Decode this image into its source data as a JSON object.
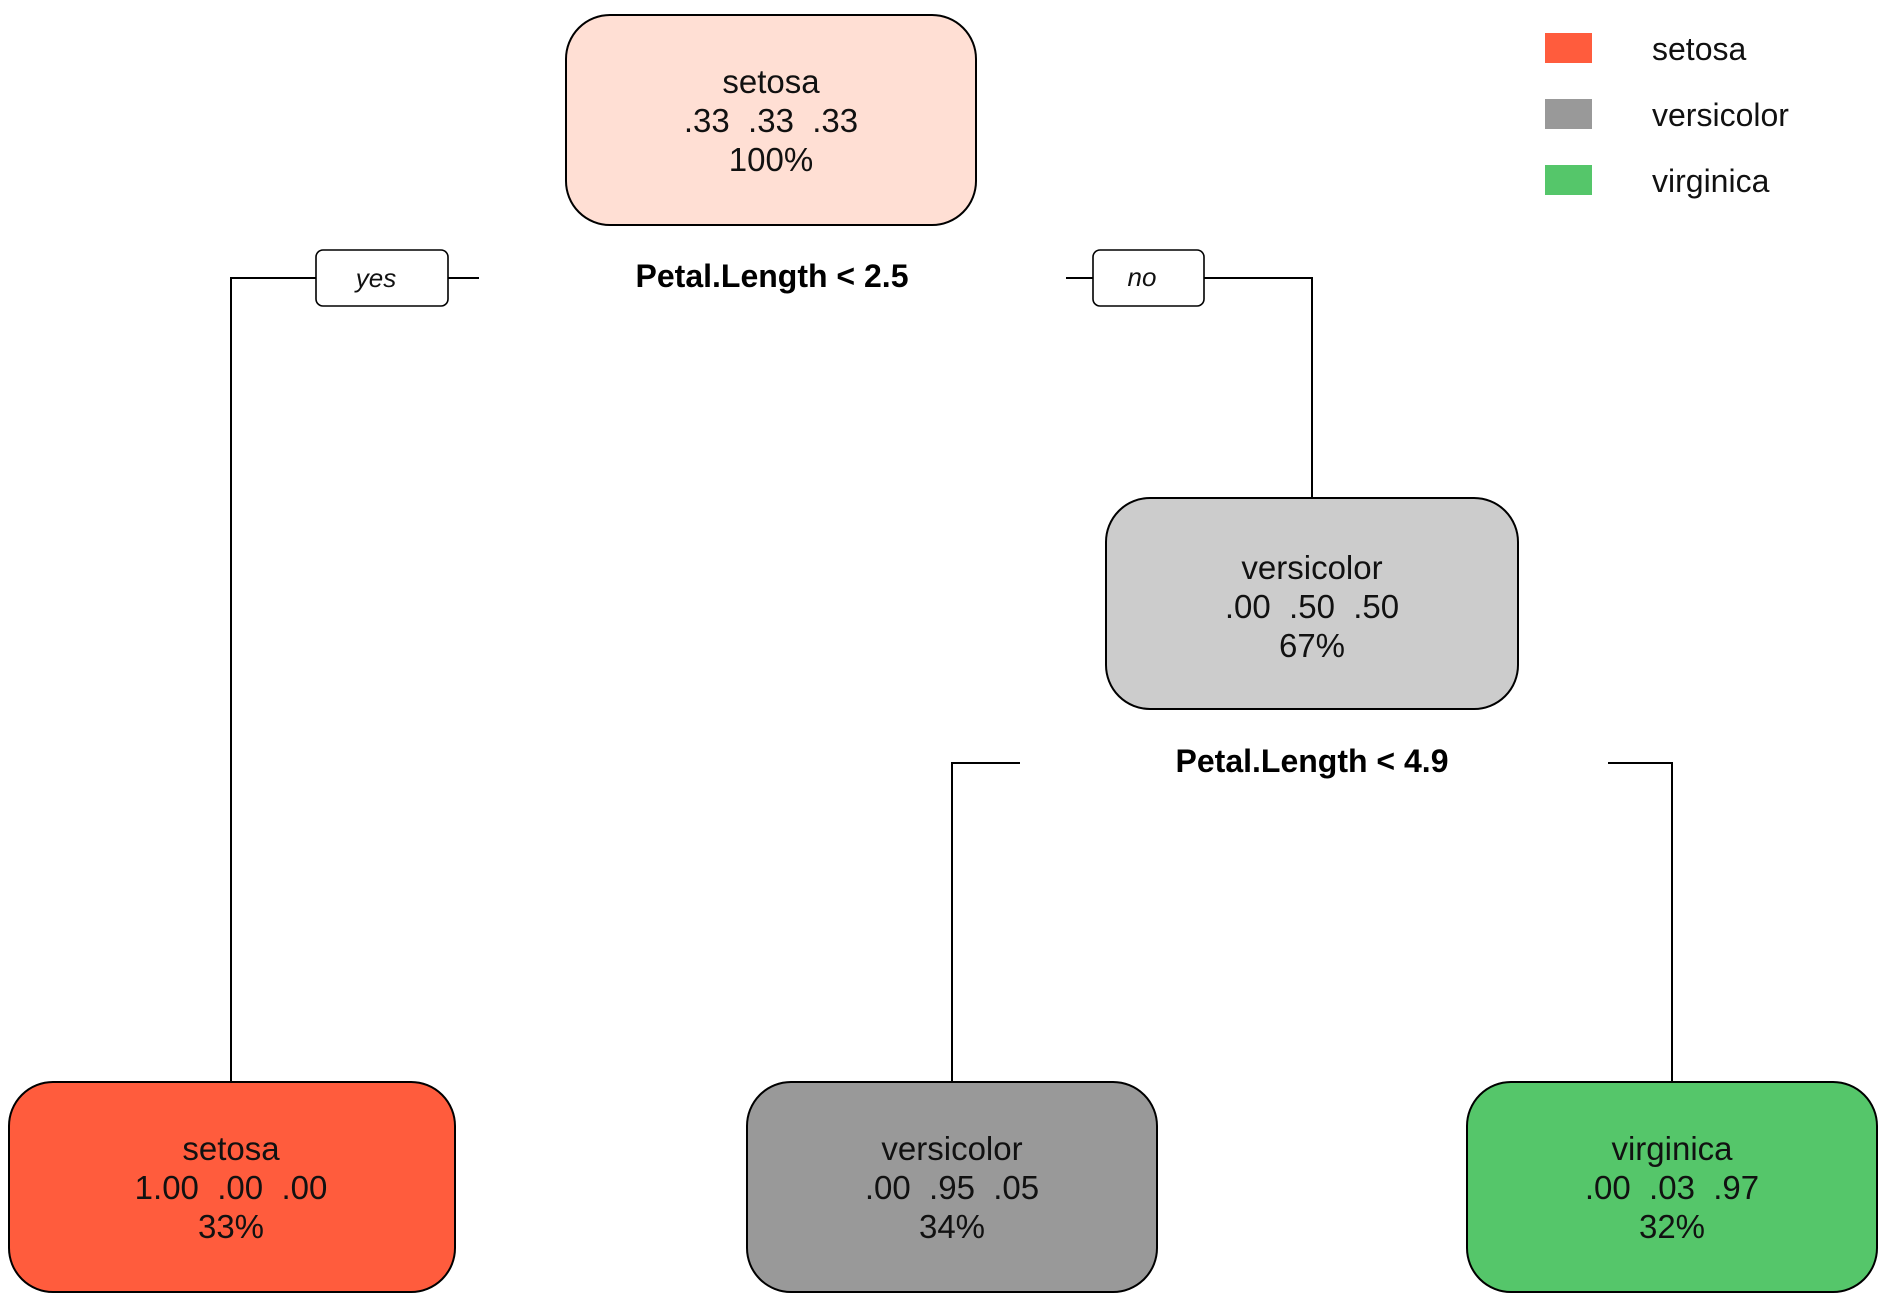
{
  "legend": [
    {
      "label": "setosa",
      "color": "#ff5c3d"
    },
    {
      "label": "versicolor",
      "color": "#999999"
    },
    {
      "label": "virginica",
      "color": "#55c66a"
    }
  ],
  "nodes": {
    "root": {
      "class": "setosa",
      "probs": ".33  .33  .33",
      "pct": "100%",
      "color": "#ffdfd4"
    },
    "n_setosa": {
      "class": "setosa",
      "probs": "1.00  .00  .00",
      "pct": "33%",
      "color": "#ff5c3d"
    },
    "n_versicolor_inner": {
      "class": "versicolor",
      "probs": ".00  .50  .50",
      "pct": "67%",
      "color": "#cccccc"
    },
    "n_versicolor": {
      "class": "versicolor",
      "probs": ".00  .95  .05",
      "pct": "34%",
      "color": "#999999"
    },
    "n_virginica": {
      "class": "virginica",
      "probs": ".00  .03  .97",
      "pct": "32%",
      "color": "#55c66a"
    }
  },
  "splits": {
    "root": "Petal.Length < 2.5",
    "n_versicolor_inner": "Petal.Length < 4.9"
  },
  "branch_labels": {
    "yes": "yes",
    "no": "no"
  }
}
